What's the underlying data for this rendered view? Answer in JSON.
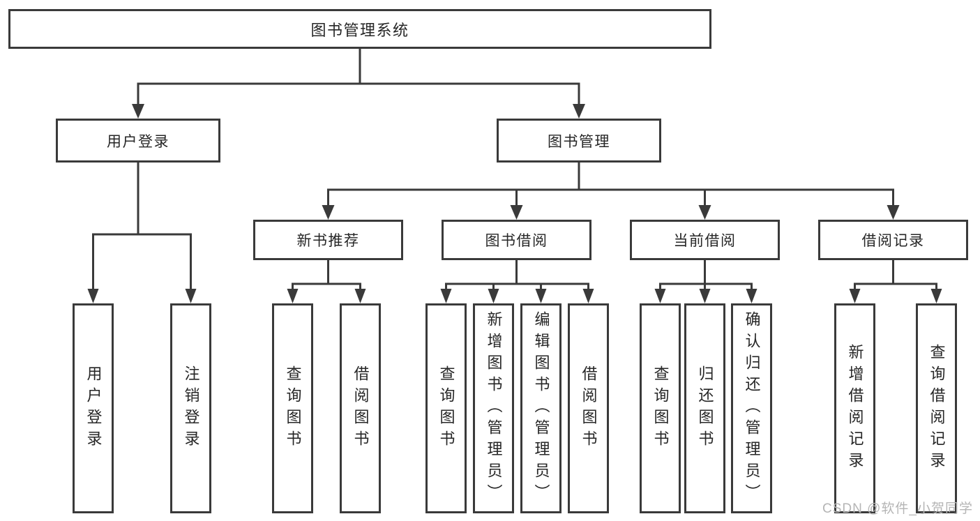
{
  "nodes": {
    "root": "图书管理系统",
    "level2": {
      "user_login": "用户登录",
      "book_mgmt": "图书管理"
    },
    "level3": {
      "new_books": "新书推荐",
      "book_borrow": "图书借阅",
      "current_borrow": "当前借阅",
      "borrow_records": "借阅记录"
    },
    "leaves": {
      "user_login": [
        "用户登录",
        "注销登录"
      ],
      "new_books": [
        "查询图书",
        "借阅图书"
      ],
      "book_borrow": [
        "查询图书",
        "新增图书（管理员）",
        "编辑图书（管理员）",
        "借阅图书"
      ],
      "current_borrow": [
        "查询图书",
        "归还图书",
        "确认归还（管理员）"
      ],
      "borrow_records": [
        "新增借阅记录",
        "查询借阅记录"
      ]
    }
  },
  "watermark": "CSDN @软件_小贺同学",
  "colors": {
    "line": "#3a3a3a",
    "text": "#262626",
    "background": "#ffffff",
    "watermark": "#b5b5b5"
  }
}
